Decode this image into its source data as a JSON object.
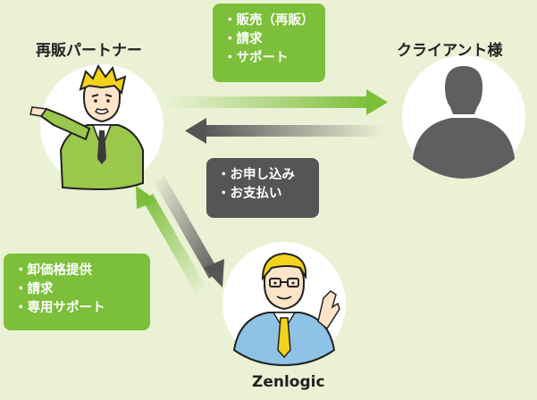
{
  "nodes": {
    "partner": {
      "label": "再販パートナー"
    },
    "client": {
      "label": "クライアント様"
    },
    "provider": {
      "label": "Zenlogic"
    }
  },
  "flows": {
    "partner_to_client": {
      "items": [
        "販売（再販）",
        "請求",
        "サポート"
      ]
    },
    "client_to_partner": {
      "items": [
        "お申し込み",
        "お支払い"
      ]
    },
    "provider_to_partner": {
      "items": [
        "卸価格提供",
        "請求",
        "専用サポート"
      ]
    }
  },
  "colors": {
    "background": "#eaf1d5",
    "green": "#7cbf3a",
    "dark": "#555556",
    "silhouette": "#5e5f61"
  }
}
